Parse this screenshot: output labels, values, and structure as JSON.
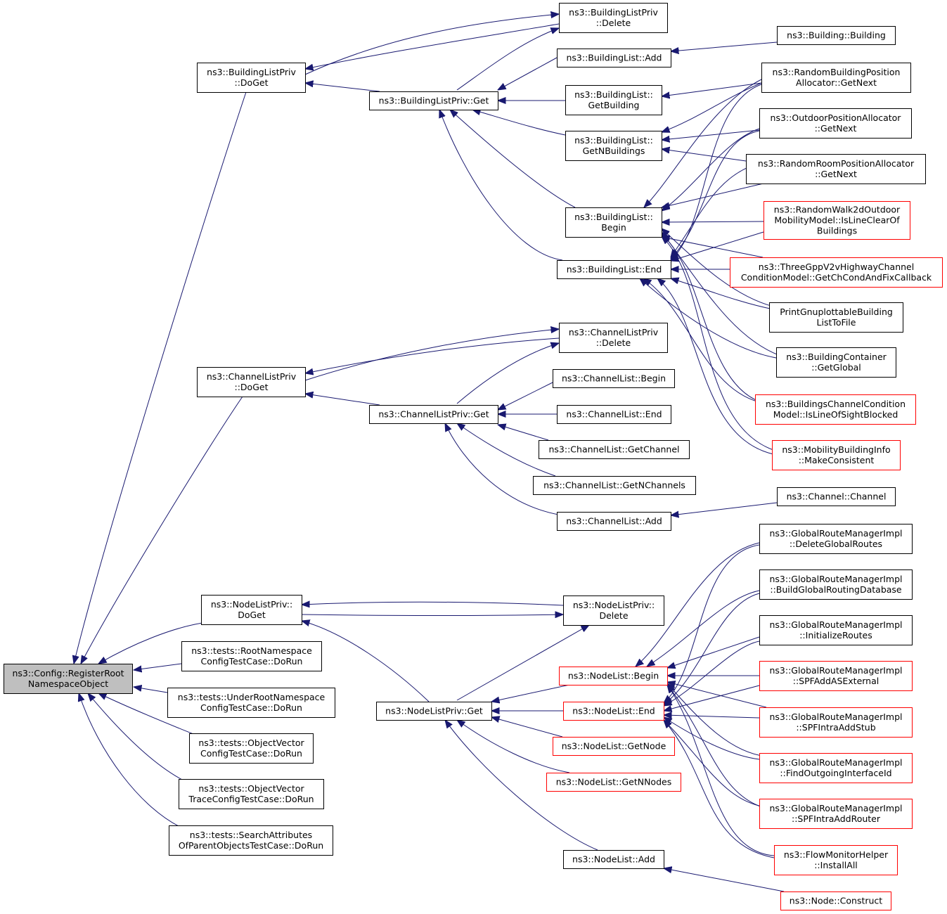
{
  "colors": {
    "edge": "#191970",
    "box_border": "#000000",
    "box_border_highlight": "#ff0000",
    "root_fill": "#bfbfbf",
    "box_fill": "#ffffff"
  },
  "nodes": {
    "root": {
      "lines": [
        "ns3::Config::RegisterRoot",
        "NamespaceObject"
      ],
      "style": "root"
    },
    "bldPrivDoGet": {
      "lines": [
        "ns3::BuildingListPriv",
        "::DoGet"
      ],
      "style": "normal"
    },
    "chPrivDoGet": {
      "lines": [
        "ns3::ChannelListPriv",
        "::DoGet"
      ],
      "style": "normal"
    },
    "nodePrivDoGet": {
      "lines": [
        "ns3::NodeListPriv::",
        "DoGet"
      ],
      "style": "normal"
    },
    "rootNsTest": {
      "lines": [
        "ns3::tests::RootNamespace",
        "ConfigTestCase::DoRun"
      ],
      "style": "normal"
    },
    "underRootTest": {
      "lines": [
        "ns3::tests::UnderRootNamespace",
        "ConfigTestCase::DoRun"
      ],
      "style": "normal"
    },
    "objVecTest": {
      "lines": [
        "ns3::tests::ObjectVector",
        "ConfigTestCase::DoRun"
      ],
      "style": "normal"
    },
    "objVecTraceTest": {
      "lines": [
        "ns3::tests::ObjectVector",
        "TraceConfigTestCase::DoRun"
      ],
      "style": "normal"
    },
    "searchAttrTest": {
      "lines": [
        "ns3::tests::SearchAttributes",
        "OfParentObjectsTestCase::DoRun"
      ],
      "style": "normal"
    },
    "bldPrivDelete": {
      "lines": [
        "ns3::BuildingListPriv",
        "::Delete"
      ],
      "style": "normal"
    },
    "bldPrivGet": {
      "lines": [
        "ns3::BuildingListPriv::Get"
      ],
      "style": "normal"
    },
    "bldListAdd": {
      "lines": [
        "ns3::BuildingList::Add"
      ],
      "style": "normal"
    },
    "bldListGetBuilding": {
      "lines": [
        "ns3::BuildingList::",
        "GetBuilding"
      ],
      "style": "normal"
    },
    "bldListGetN": {
      "lines": [
        "ns3::BuildingList::",
        "GetNBuildings"
      ],
      "style": "normal"
    },
    "bldListBegin": {
      "lines": [
        "ns3::BuildingList::",
        "Begin"
      ],
      "style": "normal"
    },
    "bldListEnd": {
      "lines": [
        "ns3::BuildingList::End"
      ],
      "style": "normal"
    },
    "buildingCtor": {
      "lines": [
        "ns3::Building::Building"
      ],
      "style": "normal"
    },
    "randBldPos": {
      "lines": [
        "ns3::RandomBuildingPosition",
        "Allocator::GetNext"
      ],
      "style": "normal"
    },
    "outdoorPos": {
      "lines": [
        "ns3::OutdoorPositionAllocator",
        "::GetNext"
      ],
      "style": "normal"
    },
    "randRoomPos": {
      "lines": [
        "ns3::RandomRoomPositionAllocator",
        "::GetNext"
      ],
      "style": "normal"
    },
    "randWalk": {
      "lines": [
        "ns3::RandomWalk2dOutdoor",
        "MobilityModel::IsLineClearOf",
        "Buildings"
      ],
      "style": "highlight"
    },
    "threeGpp": {
      "lines": [
        "ns3::ThreeGppV2vHighwayChannel",
        "ConditionModel::GetChCondAndFixCallback"
      ],
      "style": "highlight"
    },
    "printGnu": {
      "lines": [
        "PrintGnuplottableBuilding",
        "ListToFile"
      ],
      "style": "normal"
    },
    "bldContainer": {
      "lines": [
        "ns3::BuildingContainer",
        "::GetGlobal"
      ],
      "style": "normal"
    },
    "bldChanCond": {
      "lines": [
        "ns3::BuildingsChannelCondition",
        "Model::IsLineOfSightBlocked"
      ],
      "style": "highlight"
    },
    "mobBldInfo": {
      "lines": [
        "ns3::MobilityBuildingInfo",
        "::MakeConsistent"
      ],
      "style": "highlight"
    },
    "chPrivDelete": {
      "lines": [
        "ns3::ChannelListPriv",
        "::Delete"
      ],
      "style": "normal"
    },
    "chPrivGet": {
      "lines": [
        "ns3::ChannelListPriv::Get"
      ],
      "style": "normal"
    },
    "chListBegin": {
      "lines": [
        "ns3::ChannelList::Begin"
      ],
      "style": "normal"
    },
    "chListEnd": {
      "lines": [
        "ns3::ChannelList::End"
      ],
      "style": "normal"
    },
    "chListGetChannel": {
      "lines": [
        "ns3::ChannelList::GetChannel"
      ],
      "style": "normal"
    },
    "chListGetN": {
      "lines": [
        "ns3::ChannelList::GetNChannels"
      ],
      "style": "normal"
    },
    "chListAdd": {
      "lines": [
        "ns3::ChannelList::Add"
      ],
      "style": "normal"
    },
    "channelCtor": {
      "lines": [
        "ns3::Channel::Channel"
      ],
      "style": "normal"
    },
    "nodePrivDelete": {
      "lines": [
        "ns3::NodeListPriv::",
        "Delete"
      ],
      "style": "normal"
    },
    "nodePrivGet": {
      "lines": [
        "ns3::NodeListPriv::Get"
      ],
      "style": "normal"
    },
    "nodeListBegin": {
      "lines": [
        "ns3::NodeList::Begin"
      ],
      "style": "highlight"
    },
    "nodeListEnd": {
      "lines": [
        "ns3::NodeList::End"
      ],
      "style": "highlight"
    },
    "nodeListGetNode": {
      "lines": [
        "ns3::NodeList::GetNode"
      ],
      "style": "highlight"
    },
    "nodeListGetN": {
      "lines": [
        "ns3::NodeList::GetNNodes"
      ],
      "style": "highlight"
    },
    "nodeListAdd": {
      "lines": [
        "ns3::NodeList::Add"
      ],
      "style": "normal"
    },
    "grmDelete": {
      "lines": [
        "ns3::GlobalRouteManagerImpl",
        "::DeleteGlobalRoutes"
      ],
      "style": "normal"
    },
    "grmBuild": {
      "lines": [
        "ns3::GlobalRouteManagerImpl",
        "::BuildGlobalRoutingDatabase"
      ],
      "style": "normal"
    },
    "grmInit": {
      "lines": [
        "ns3::GlobalRouteManagerImpl",
        "::InitializeRoutes"
      ],
      "style": "normal"
    },
    "grmSpfAS": {
      "lines": [
        "ns3::GlobalRouteManagerImpl",
        "::SPFAddASExternal"
      ],
      "style": "highlight"
    },
    "grmSpfStub": {
      "lines": [
        "ns3::GlobalRouteManagerImpl",
        "::SPFIntraAddStub"
      ],
      "style": "highlight"
    },
    "grmFind": {
      "lines": [
        "ns3::GlobalRouteManagerImpl",
        "::FindOutgoingInterfaceId"
      ],
      "style": "highlight"
    },
    "grmSpfRouter": {
      "lines": [
        "ns3::GlobalRouteManagerImpl",
        "::SPFIntraAddRouter"
      ],
      "style": "highlight"
    },
    "flowMon": {
      "lines": [
        "ns3::FlowMonitorHelper",
        "::InstallAll"
      ],
      "style": "highlight"
    },
    "nodeCtor": {
      "lines": [
        "ns3::Node::Construct"
      ],
      "style": "highlight"
    }
  }
}
